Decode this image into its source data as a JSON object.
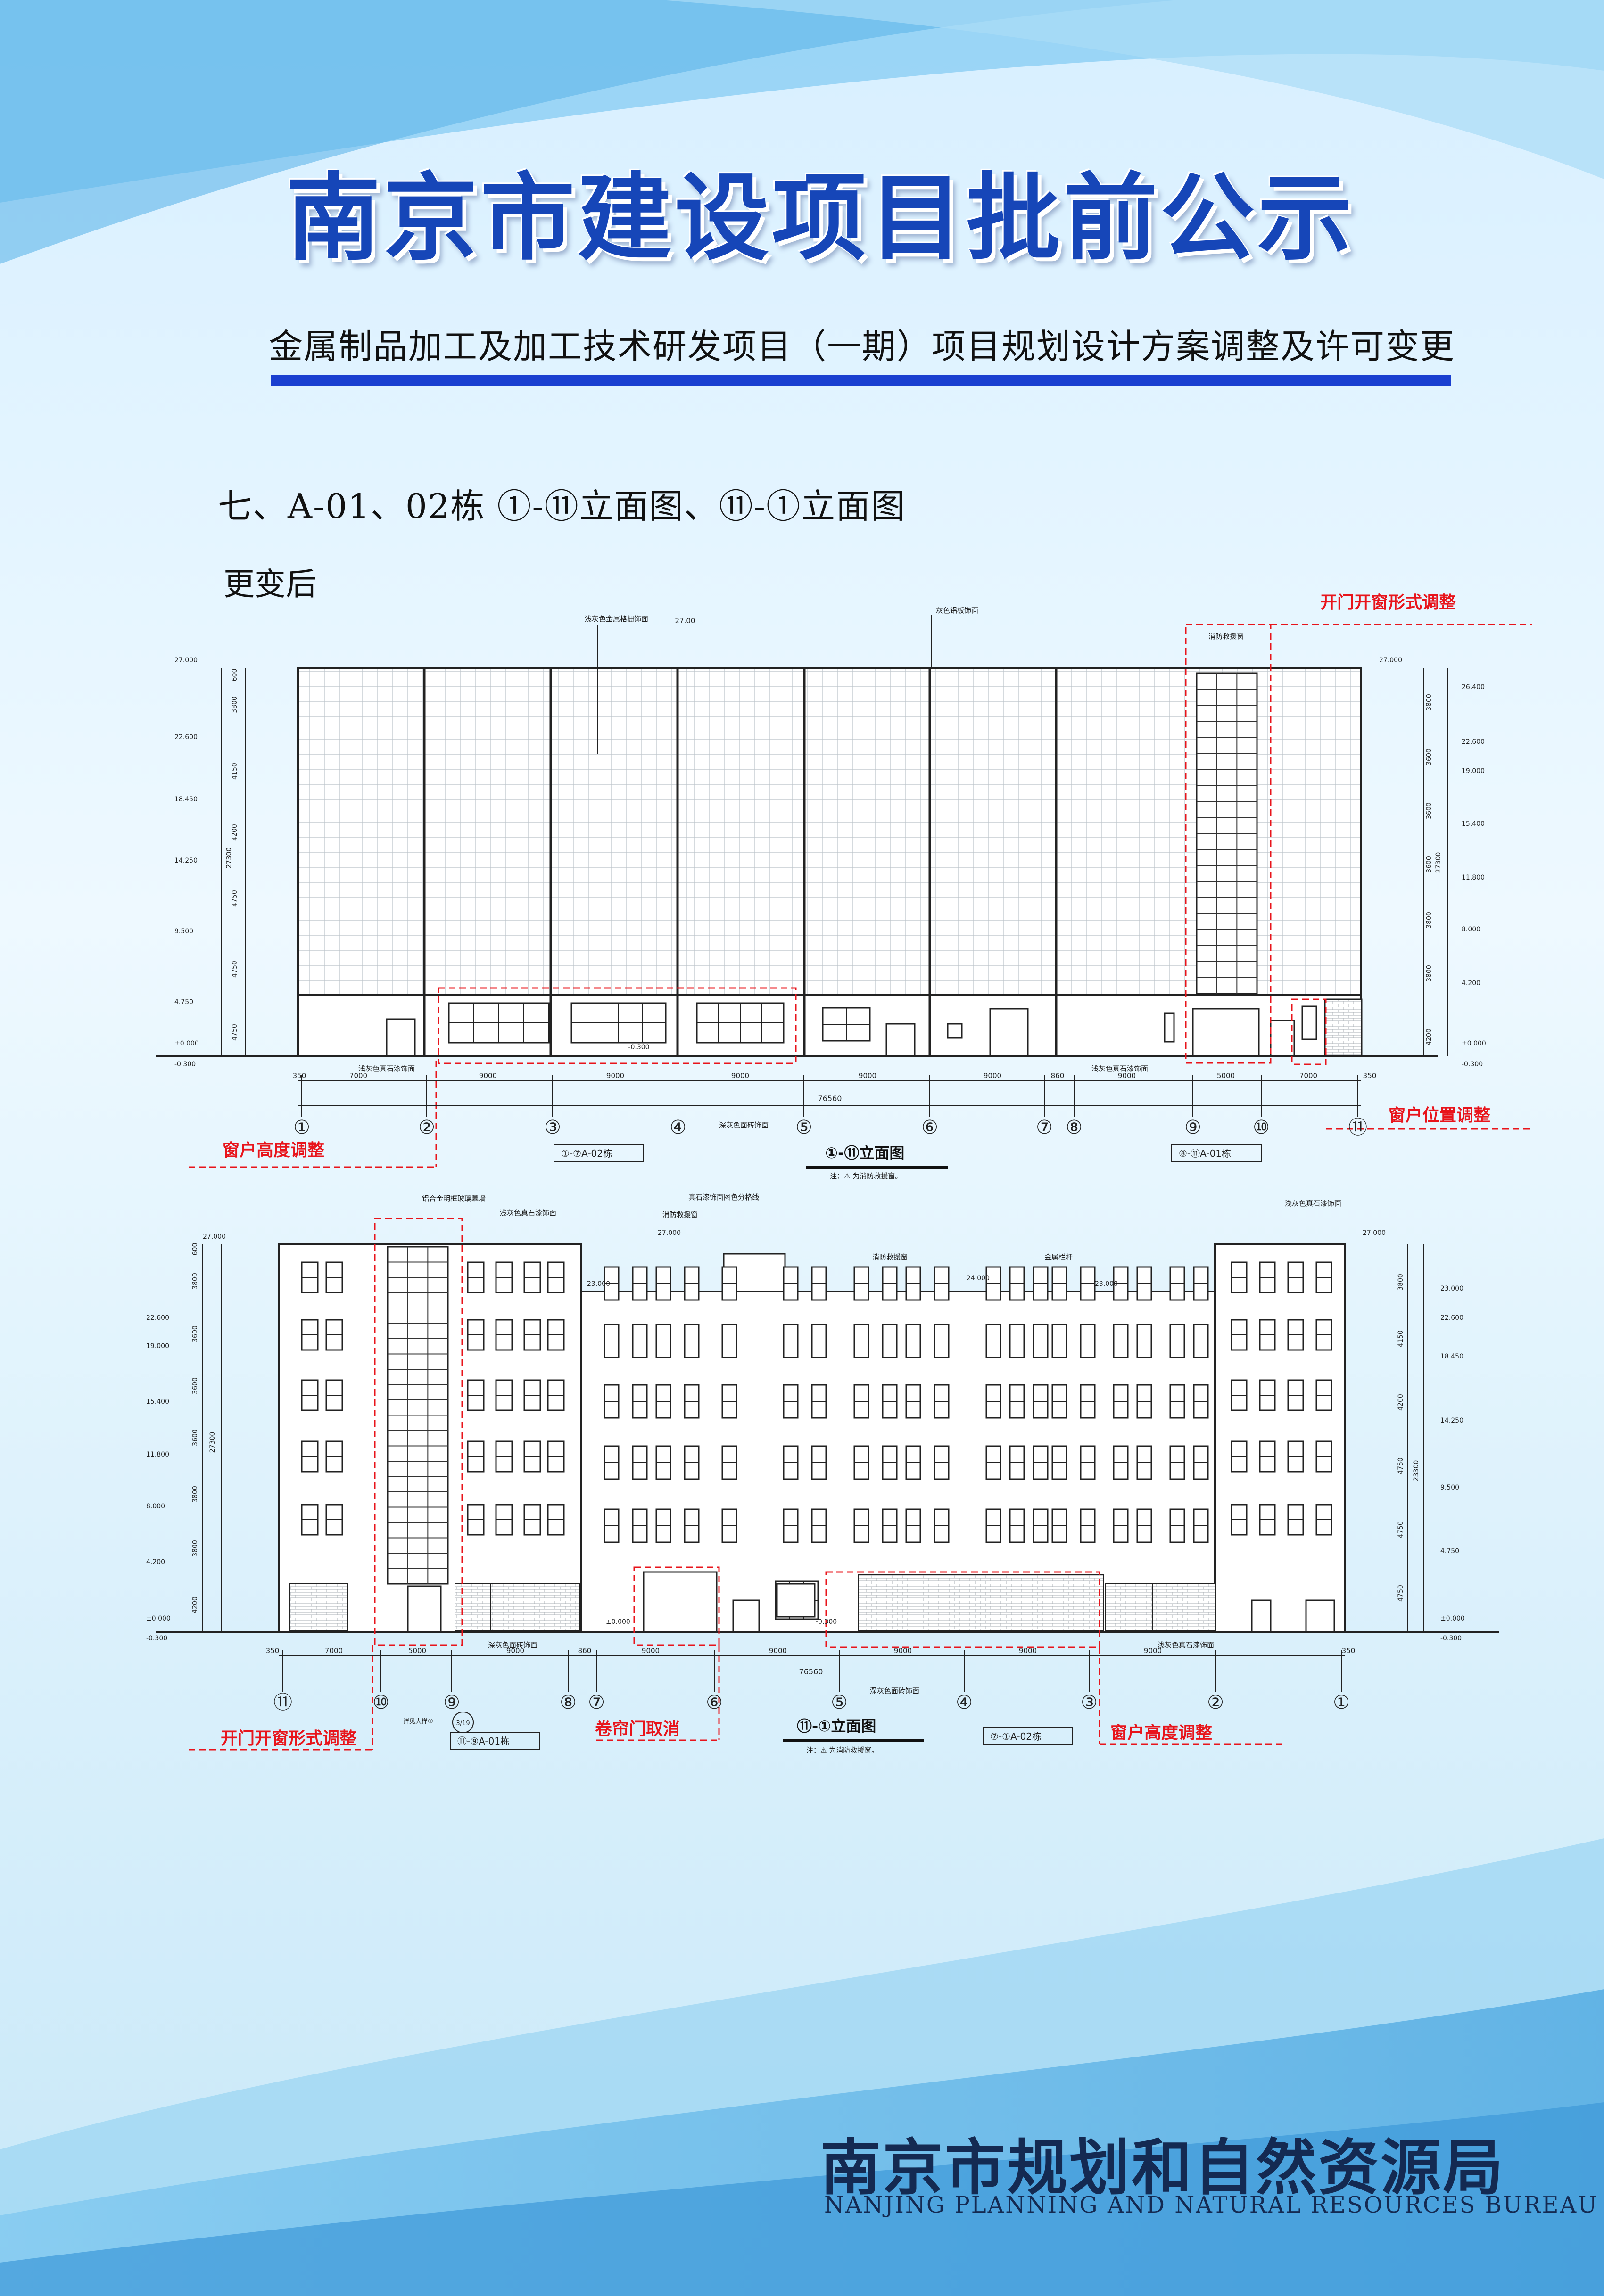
{
  "poster": {
    "title": "南京市建设项目批前公示",
    "subtitle": "金属制品加工及加工技术研发项目（一期）项目规划设计方案调整及许可变更",
    "section_heading": "七、A-01、02栋 ①-⑪立面图、⑪-①立面图",
    "change_label": "更变后",
    "footer_cn": "南京市规划和自然资源局",
    "footer_en": "NANJING PLANNING AND NATURAL RESOURCES BUREAU",
    "colors": {
      "title": "#1646b8",
      "bar": "#1a3fd0",
      "annotation_red": "#e8141b",
      "line": "#2a2a2a"
    }
  },
  "elevation_top": {
    "caption": "①-⑪立面图",
    "note": "注：⚠ 为消防救援窗。",
    "sheet_tags": [
      "①-⑦A-02栋",
      "⑧-⑪A-01栋"
    ],
    "red_notes": [
      "开门开窗形式调整",
      "窗户高度调整",
      "窗户位置调整"
    ],
    "material_notes": [
      "浅灰色金属格栅饰面",
      "灰色铝板饰面",
      "消防救援窗",
      "浅灰色真石漆饰面",
      "深灰色面砖饰面"
    ],
    "left_levels": [
      "27.000",
      "22.600",
      "18.450",
      "14.250",
      "9.500",
      "4.750",
      "±0.000",
      "-0.300"
    ],
    "left_dims": [
      "600",
      "3800",
      "4150",
      "4200",
      "4750",
      "4750",
      "4750",
      "27300"
    ],
    "right_levels": [
      "27.000",
      "26.400",
      "22.600",
      "19.000",
      "15.400",
      "11.800",
      "8.000",
      "4.200",
      "±0.000",
      "-0.300"
    ],
    "right_dims": [
      "3800",
      "3600",
      "3600",
      "3600",
      "3800",
      "3800",
      "4200",
      "27300"
    ],
    "roof_level": "27.00",
    "floor_level": "-0.300",
    "bay_dims": [
      "350",
      "7000",
      "9000",
      "9000",
      "9000",
      "9000",
      "9000",
      "860",
      "9000",
      "5000",
      "7000",
      "350"
    ],
    "total": "76560",
    "axes": [
      "①",
      "②",
      "③",
      "④",
      "⑤",
      "⑥",
      "⑦",
      "⑧",
      "⑨",
      "⑩",
      "⑪"
    ]
  },
  "elevation_bottom": {
    "caption": "⑪-①立面图",
    "note": "注：⚠ 为消防救援窗。",
    "sheet_tags": [
      "⑪-⑨A-01栋",
      "⑦-①A-02栋"
    ],
    "red_notes": [
      "开门开窗形式调整",
      "卷帘门取消",
      "窗户高度调整"
    ],
    "material_notes": [
      "铝合金明框玻璃幕墙",
      "浅灰色真石漆饰面",
      "真石漆饰面图色分格线",
      "消防救援窗",
      "金属栏杆",
      "深灰色面砖饰面",
      "详见大样①"
    ],
    "left_levels": [
      "27.000",
      "22.600",
      "19.000",
      "15.400",
      "11.800",
      "8.000",
      "4.200",
      "±0.000",
      "-0.300"
    ],
    "left_dims": [
      "600",
      "3800",
      "3600",
      "3600",
      "3600",
      "3800",
      "3800",
      "4200",
      "27300"
    ],
    "right_levels": [
      "27.000",
      "23.000",
      "22.600",
      "18.450",
      "14.250",
      "9.500",
      "4.750",
      "±0.000",
      "-0.300"
    ],
    "right_dims": [
      "3800",
      "4150",
      "4200",
      "4750",
      "4750",
      "4750",
      "23300"
    ],
    "mid_levels": [
      "27.000",
      "23.000",
      "24.000",
      "23.000",
      "±0.000",
      "-0.300"
    ],
    "bay_dims": [
      "350",
      "7000",
      "5000",
      "9000",
      "860",
      "9000",
      "9000",
      "9000",
      "9000",
      "9000",
      "350"
    ],
    "total": "76560",
    "axes": [
      "⑪",
      "⑩",
      "⑨",
      "⑧",
      "⑦",
      "⑥",
      "⑤",
      "④",
      "③",
      "②",
      "①"
    ],
    "detail_ref": "3/19"
  }
}
